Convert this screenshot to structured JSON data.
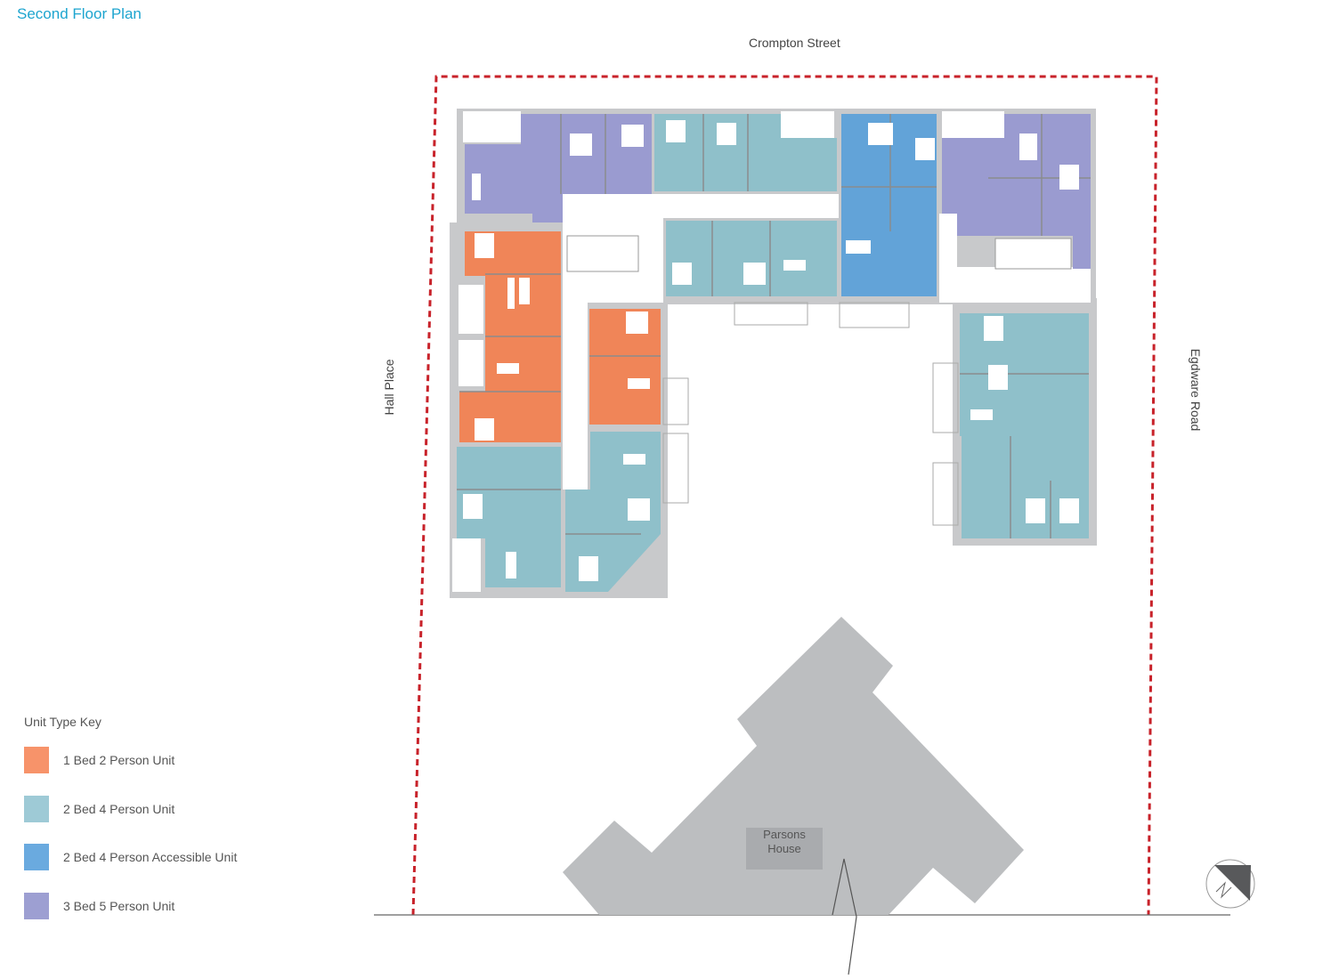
{
  "title": "Second Floor Plan",
  "streets": {
    "north": "Crompton Street",
    "west": "Hall Place",
    "east": "Egdware Road"
  },
  "neighbour_building": "Parsons House",
  "compass": {
    "icon": "north-arrow-icon",
    "label": "N"
  },
  "legend": {
    "title": "Unit Type Key",
    "items": [
      {
        "label": "1 Bed 2 Person Unit",
        "color": "#f7936a"
      },
      {
        "label": "2 Bed 4 Person Unit",
        "color": "#9ecad6"
      },
      {
        "label": "2 Bed 4 Person Accessible Unit",
        "color": "#6aaadf"
      },
      {
        "label": "3 Bed 5 Person Unit",
        "color": "#9d9fd2"
      }
    ]
  },
  "colors": {
    "title": "#1ea5cf",
    "site_boundary": "#c8222a",
    "building_grey": "#bcbec0",
    "one_bed": "#f08558",
    "two_bed": "#8fc0ca",
    "accessible": "#62a3d8",
    "three_bed": "#9a9bd0"
  }
}
